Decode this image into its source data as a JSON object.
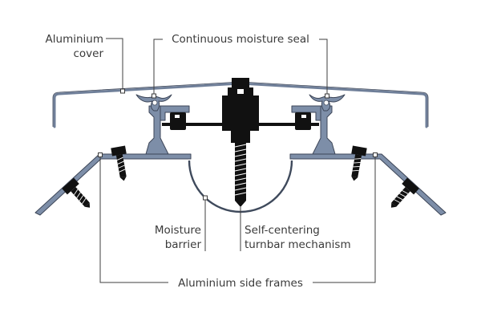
{
  "labels": {
    "cover_line1": "Aluminium",
    "cover_line2": "cover",
    "seal": "Continuous moisture seal",
    "barrier_line1": "Moisture",
    "barrier_line2": "barrier",
    "turnbar_line1": "Self-centering",
    "turnbar_line2": "turnbar mechanism",
    "frames": "Aluminium side frames"
  },
  "colors": {
    "profile_blue": "#7d8ea8",
    "outline": "#3d4658",
    "hardware": "#111111",
    "label_text": "#3a3a3a"
  }
}
